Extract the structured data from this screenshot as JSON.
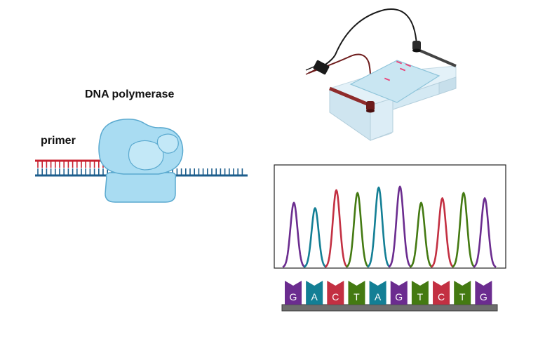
{
  "labels": {
    "enzyme": "DNA polymerase",
    "primer": "primer"
  },
  "colors": {
    "primer_strand": "#c8202e",
    "template_strand": "#1c5d8c",
    "enzyme_fill": "#a9dcf2",
    "enzyme_stroke": "#5aa9cf",
    "gel_fill": "#d6ecf6",
    "lead_red": "#6e1c1c",
    "lead_black": "#1a1a1a",
    "band_pink": "#e8457a"
  },
  "chromatogram": {
    "bases": [
      "G",
      "A",
      "C",
      "T",
      "A",
      "G",
      "T",
      "C",
      "T",
      "G"
    ],
    "base_colors": {
      "G": "#6b2c8f",
      "A": "#137f95",
      "C": "#c33042",
      "T": "#447a12"
    },
    "peak_heights": [
      0.72,
      0.66,
      0.86,
      0.83,
      0.89,
      0.9,
      0.72,
      0.77,
      0.83,
      0.77
    ]
  }
}
